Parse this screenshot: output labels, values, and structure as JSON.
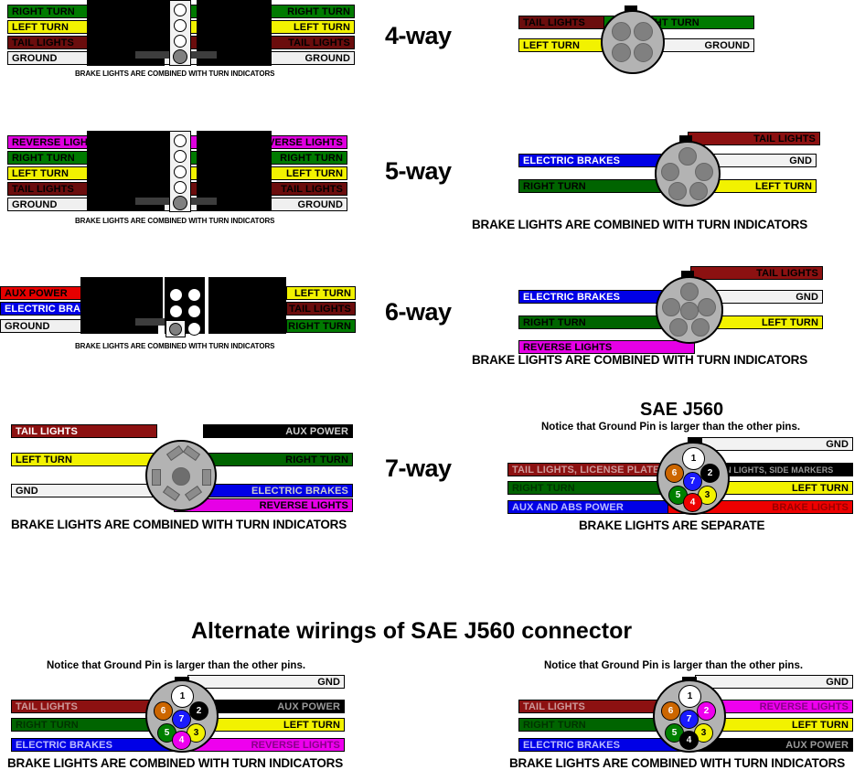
{
  "diagram": {
    "title": "Alternate wirings of SAE J560 connector",
    "sections": [
      {
        "id": "four-way",
        "way_label": "4-way",
        "left_caption": "BRAKE LIGHTS ARE COMBINED WITH TURN INDICATORS",
        "right_caption": "",
        "left_wires_left": [
          {
            "label": "RIGHT TURN",
            "color": "#007a00",
            "text": "#000000"
          },
          {
            "label": "LEFT TURN",
            "color": "#f2f200",
            "text": "#000000"
          },
          {
            "label": "TAIL LIGHTS",
            "color": "#6b0d0d",
            "text": "#000000"
          },
          {
            "label": "GROUND",
            "color": "#f0f0f0",
            "text": "#000000"
          }
        ],
        "left_wires_right": [
          {
            "label": "RIGHT TURN",
            "color": "#007a00",
            "text": "#000000"
          },
          {
            "label": "LEFT TURN",
            "color": "#f2f200",
            "text": "#000000"
          },
          {
            "label": "TAIL LIGHTS",
            "color": "#6b0d0d",
            "text": "#000000"
          },
          {
            "label": "GROUND",
            "color": "#f0f0f0",
            "text": "#000000"
          }
        ],
        "round_wires": [
          {
            "label": "TAIL LIGHTS",
            "color": "#6b0d0d",
            "text": "#000000"
          },
          {
            "label": "RIGHT TURN",
            "color": "#007a00",
            "text": "#000000"
          },
          {
            "label": "LEFT TURN",
            "color": "#f2f200",
            "text": "#000000"
          },
          {
            "label": "GROUND",
            "color": "#f2f2f2",
            "text": "#000000"
          }
        ]
      },
      {
        "id": "five-way",
        "way_label": "5-way",
        "left_caption": "BRAKE LIGHTS ARE COMBINED WITH TURN INDICATORS",
        "right_caption": "BRAKE LIGHTS ARE COMBINED WITH TURN INDICATORS",
        "left_wires_left": [
          {
            "label": "REVERSE LIGHTS",
            "color": "#e000e0",
            "text": "#000000"
          },
          {
            "label": "RIGHT TURN",
            "color": "#007a00",
            "text": "#000000"
          },
          {
            "label": "LEFT TURN",
            "color": "#f2f200",
            "text": "#000000"
          },
          {
            "label": "TAIL LIGHTS",
            "color": "#6b0d0d",
            "text": "#000000"
          },
          {
            "label": "GROUND",
            "color": "#f0f0f0",
            "text": "#000000"
          }
        ],
        "left_wires_right": [
          {
            "label": "REVERSE LIGHTS",
            "color": "#e000e0",
            "text": "#000000"
          },
          {
            "label": "RIGHT TURN",
            "color": "#007a00",
            "text": "#000000"
          },
          {
            "label": "LEFT TURN",
            "color": "#f2f200",
            "text": "#000000"
          },
          {
            "label": "TAIL LIGHTS",
            "color": "#6b0d0d",
            "text": "#000000"
          },
          {
            "label": "GROUND",
            "color": "#f0f0f0",
            "text": "#000000"
          }
        ],
        "round_wires": [
          {
            "label": "TAIL LIGHTS",
            "color": "#8c1111",
            "text": "#000000"
          },
          {
            "label": "ELECTRIC BRAKES",
            "color": "#0000e6",
            "text": "#ffffff"
          },
          {
            "label": "GND",
            "color": "#f2f2f2",
            "text": "#000000"
          },
          {
            "label": "RIGHT TURN",
            "color": "#006400",
            "text": "#000000"
          },
          {
            "label": "LEFT TURN",
            "color": "#f2f200",
            "text": "#000000"
          }
        ]
      },
      {
        "id": "six-way",
        "way_label": "6-way",
        "left_caption": "BRAKE LIGHTS ARE COMBINED WITH TURN INDICATORS",
        "right_caption": "BRAKE LIGHTS ARE COMBINED WITH TURN INDICATORS",
        "left_wires_left": [
          {
            "label": "AUX POWER",
            "color": "#e60000",
            "text": "#000000"
          },
          {
            "label": "ELECTRIC BRAKES",
            "color": "#0000e6",
            "text": "#ffffff"
          },
          {
            "label": "GROUND",
            "color": "#f0f0f0",
            "text": "#000000"
          }
        ],
        "left_wires_right": [
          {
            "label": "LEFT TURN",
            "color": "#f2f200",
            "text": "#000000"
          },
          {
            "label": "TAIL LIGHTS",
            "color": "#6b0d0d",
            "text": "#000000"
          },
          {
            "label": "RIGHT TURN",
            "color": "#007a00",
            "text": "#000000"
          }
        ],
        "round_wires": [
          {
            "label": "TAIL LIGHTS",
            "color": "#8c1111",
            "text": "#000000"
          },
          {
            "label": "ELECTRIC BRAKES",
            "color": "#0000e6",
            "text": "#ffffff"
          },
          {
            "label": "GND",
            "color": "#f2f2f2",
            "text": "#000000"
          },
          {
            "label": "RIGHT TURN",
            "color": "#006400",
            "text": "#000000"
          },
          {
            "label": "LEFT TURN",
            "color": "#f2f200",
            "text": "#000000"
          },
          {
            "label": "REVERSE LIGHTS",
            "color": "#e600e6",
            "text": "#000000"
          }
        ]
      },
      {
        "id": "seven-way",
        "way_label": "7-way",
        "left_caption": "BRAKE LIGHTS ARE COMBINED WITH TURN INDICATORS",
        "right_caption": "BRAKE LIGHTS ARE SEPARATE",
        "left_round_wires": [
          {
            "label": "TAIL LIGHTS",
            "color": "#8c1111",
            "text": "#ffffff"
          },
          {
            "label": "AUX POWER",
            "color": "#000000",
            "text": "#cccccc"
          },
          {
            "label": "LEFT TURN",
            "color": "#f2f200",
            "text": "#000000"
          },
          {
            "label": "RIGHT TURN",
            "color": "#006400",
            "text": "#000000"
          },
          {
            "label": "GND",
            "color": "#f2f2f2",
            "text": "#000000"
          },
          {
            "label": "ELECTRIC BRAKES",
            "color": "#0000e6",
            "text": "#cccccc"
          },
          {
            "label": "REVERSE LIGHTS",
            "color": "#e600e6",
            "text": "#000000"
          }
        ]
      }
    ],
    "sae": {
      "heading": "SAE J560",
      "note": "Notice that Ground Pin is larger than the other pins.",
      "caption": "BRAKE LIGHTS ARE SEPARATE",
      "wires": [
        {
          "label": "GND",
          "color": "#f2f2f2",
          "text": "#000000"
        },
        {
          "label": "TAIL LIGHTS, LICENSE PLATE",
          "color": "#8c1111",
          "text": "#cc9999"
        },
        {
          "label": "POSITION LIGHTS, SIDE MARKERS",
          "color": "#000000",
          "text": "#999999"
        },
        {
          "label": "RIGHT TURN",
          "color": "#006400",
          "text": "#003300"
        },
        {
          "label": "LEFT TURN",
          "color": "#f2f200",
          "text": "#000000"
        },
        {
          "label": "AUX AND ABS POWER",
          "color": "#0000e6",
          "text": "#bbbbff"
        },
        {
          "label": "BRAKE LIGHTS",
          "color": "#ee0000",
          "text": "#990000"
        }
      ],
      "pins": [
        {
          "num": "1",
          "color": "#ffffff",
          "text": "#000000"
        },
        {
          "num": "2",
          "color": "#000000",
          "text": "#ffffff"
        },
        {
          "num": "3",
          "color": "#f2f200",
          "text": "#000000"
        },
        {
          "num": "4",
          "color": "#ee0000",
          "text": "#ffffff"
        },
        {
          "num": "5",
          "color": "#008000",
          "text": "#ffffff"
        },
        {
          "num": "6",
          "color": "#cc6600",
          "text": "#ffffff"
        },
        {
          "num": "7",
          "color": "#1a1aff",
          "text": "#ffffff"
        }
      ]
    },
    "alternates": [
      {
        "id": "alt-left",
        "note": "Notice that Ground Pin is larger than the other pins.",
        "caption": "BRAKE LIGHTS ARE COMBINED WITH TURN INDICATORS",
        "wires": [
          {
            "label": "GND",
            "color": "#f2f2f2",
            "text": "#000000"
          },
          {
            "label": "TAIL LIGHTS",
            "color": "#8c1111",
            "text": "#cc9999"
          },
          {
            "label": "AUX POWER",
            "color": "#000000",
            "text": "#999999"
          },
          {
            "label": "RIGHT TURN",
            "color": "#006400",
            "text": "#003300"
          },
          {
            "label": "LEFT TURN",
            "color": "#f2f200",
            "text": "#000000"
          },
          {
            "label": "ELECTRIC BRAKES",
            "color": "#0000e6",
            "text": "#bbbbff"
          },
          {
            "label": "REVERSE LIGHTS",
            "color": "#ee00ee",
            "text": "#880088"
          }
        ],
        "pins": [
          {
            "num": "1",
            "color": "#ffffff",
            "text": "#000000"
          },
          {
            "num": "2",
            "color": "#000000",
            "text": "#ffffff"
          },
          {
            "num": "3",
            "color": "#f2f200",
            "text": "#000000"
          },
          {
            "num": "4",
            "color": "#ee00ee",
            "text": "#ffffff"
          },
          {
            "num": "5",
            "color": "#008000",
            "text": "#ffffff"
          },
          {
            "num": "6",
            "color": "#cc6600",
            "text": "#ffffff"
          },
          {
            "num": "7",
            "color": "#1a1aff",
            "text": "#ffffff"
          }
        ]
      },
      {
        "id": "alt-right",
        "note": "Notice that Ground Pin is larger than the other pins.",
        "caption": "BRAKE LIGHTS ARE COMBINED WITH TURN INDICATORS",
        "wires": [
          {
            "label": "GND",
            "color": "#f2f2f2",
            "text": "#000000"
          },
          {
            "label": "TAIL LIGHTS",
            "color": "#8c1111",
            "text": "#cc9999"
          },
          {
            "label": "REVERSE LIGHTS",
            "color": "#ee00ee",
            "text": "#880088"
          },
          {
            "label": "RIGHT TURN",
            "color": "#006400",
            "text": "#003300"
          },
          {
            "label": "LEFT TURN",
            "color": "#f2f200",
            "text": "#000000"
          },
          {
            "label": "ELECTRIC BRAKES",
            "color": "#0000e6",
            "text": "#bbbbff"
          },
          {
            "label": "AUX POWER",
            "color": "#000000",
            "text": "#999999"
          }
        ],
        "pins": [
          {
            "num": "1",
            "color": "#ffffff",
            "text": "#000000"
          },
          {
            "num": "2",
            "color": "#ee00ee",
            "text": "#ffffff"
          },
          {
            "num": "3",
            "color": "#f2f200",
            "text": "#000000"
          },
          {
            "num": "4",
            "color": "#000000",
            "text": "#ffffff"
          },
          {
            "num": "5",
            "color": "#008000",
            "text": "#ffffff"
          },
          {
            "num": "6",
            "color": "#cc6600",
            "text": "#ffffff"
          },
          {
            "num": "7",
            "color": "#1a1aff",
            "text": "#ffffff"
          }
        ]
      }
    ]
  }
}
